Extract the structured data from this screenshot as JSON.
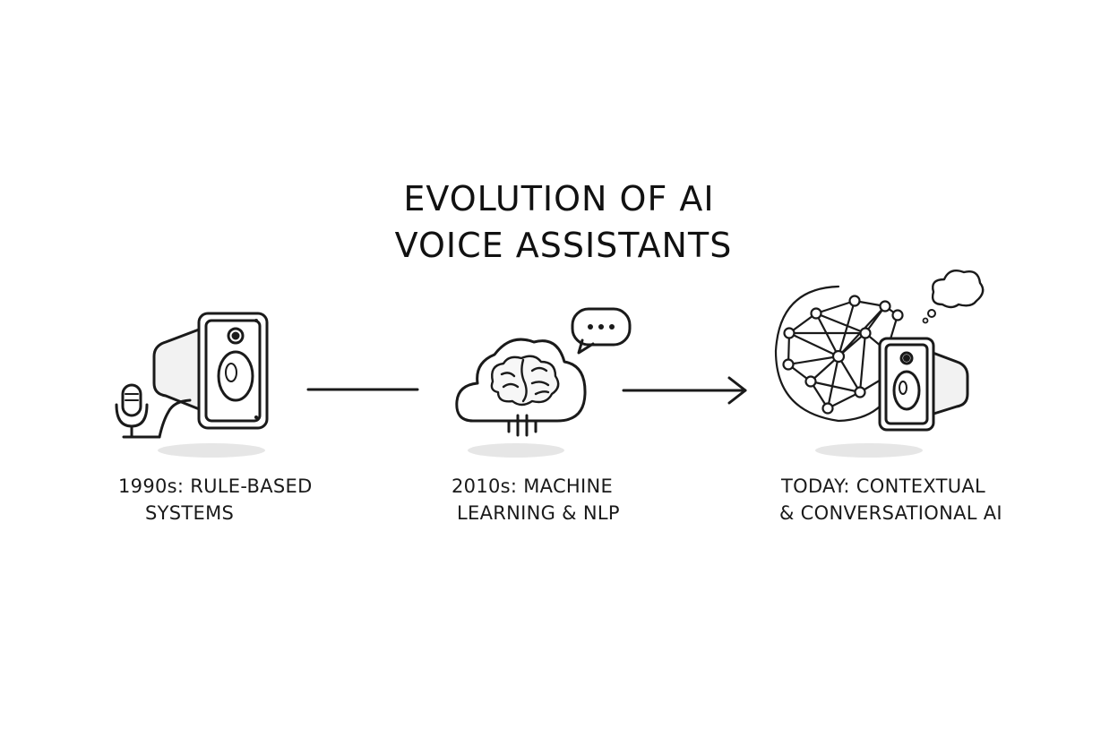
{
  "title": {
    "line1": "EVOLUTION OF AI",
    "line2": "VOICE ASSISTANTS"
  },
  "stages": [
    {
      "line1": "1990s: RULE-BASED",
      "line2": "SYSTEMS",
      "icons": [
        "speaker-icon",
        "microphone-icon"
      ]
    },
    {
      "line1": "2010s: MACHINE",
      "line2": "LEARNING & NLP",
      "icons": [
        "cloud-icon",
        "brain-icon",
        "speech-bubble-icon"
      ]
    },
    {
      "line1": "TODAY: CONTEXTUAL",
      "line2": "& CONVERSATIONAL AI",
      "icons": [
        "neural-network-icon",
        "speaker-icon",
        "thought-bubble-icon"
      ]
    }
  ],
  "colors": {
    "ink": "#1a1a1a",
    "shadow": "#e6e6e6",
    "background": "#ffffff"
  }
}
